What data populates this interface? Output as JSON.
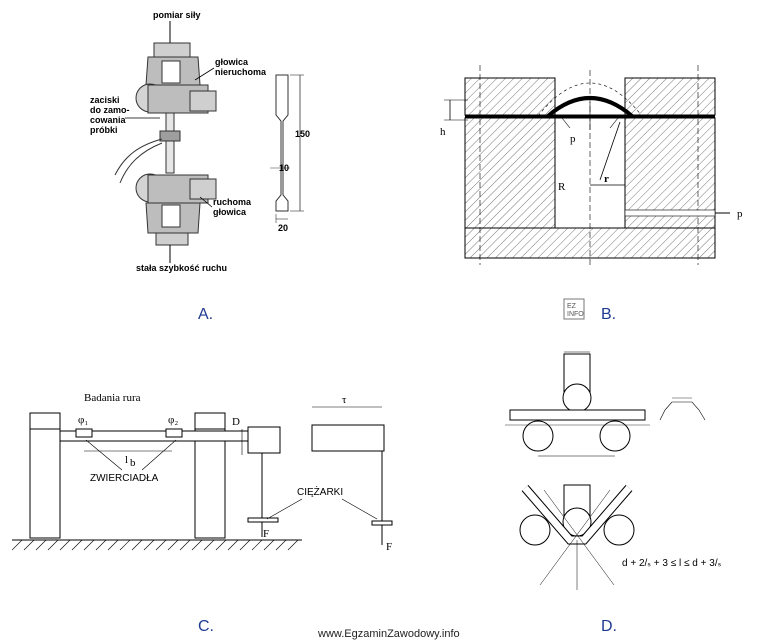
{
  "options": {
    "a": "A.",
    "b": "B.",
    "c": "C.",
    "d": "D."
  },
  "panelA": {
    "pomiar": "pomiar siły",
    "glowica1": "głowica",
    "glowica2": "nieruchoma",
    "zaciski1": "zaciski",
    "zaciski2": "do zamo-",
    "zaciski3": "cowania",
    "zaciski4": "próbki",
    "ruchoma1": "ruchoma",
    "ruchoma2": "głowica",
    "stala": "stała szybkość ruchu",
    "dim150": "150",
    "dim10": "10",
    "dim20": "20"
  },
  "panelB": {
    "h": "h",
    "p_inside": "p",
    "R": "R",
    "r": "r",
    "p_out": "p"
  },
  "panelC": {
    "rura": "Badania rura",
    "phi1": "φ₁",
    "phi2": "φ₂",
    "D": "D",
    "lb": "l",
    "lb_sub": "b",
    "tau": "τ",
    "zwierciadla": "ZWIERCIADŁA",
    "ciezarki": "CIĘŻARKI",
    "F1": "F",
    "F2": "F"
  },
  "panelD": {
    "formula": "d + 2/ₛ + 3 ≤ l ≤ d + 3/ₛ"
  },
  "footer": "www.EgzaminZawodowy.info"
}
